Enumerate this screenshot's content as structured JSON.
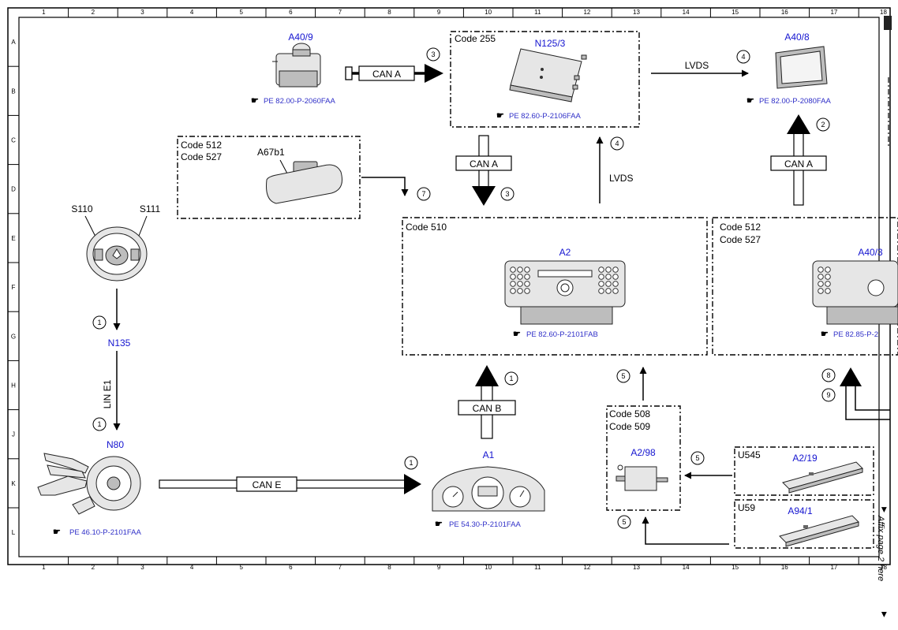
{
  "grid": {
    "columns": [
      "1",
      "2",
      "3",
      "4",
      "5",
      "6",
      "7",
      "8",
      "9",
      "10",
      "11",
      "12",
      "13",
      "14",
      "15",
      "16",
      "17",
      "18"
    ],
    "rows": [
      "A",
      "B",
      "C",
      "D",
      "E",
      "F",
      "G",
      "H",
      "J",
      "K",
      "L"
    ]
  },
  "components": {
    "a40_9": "A40/9",
    "n125_3": "N125/3",
    "a40_8": "A40/8",
    "a67b1": "A67b1",
    "s110": "S110",
    "s111": "S111",
    "n135": "N135",
    "n80": "N80",
    "a2": "A2",
    "a40_3": "A40/3",
    "a1": "A1",
    "a2_98": "A2/98",
    "a2_19": "A2/19",
    "a94_1": "A94/1"
  },
  "refs": {
    "a40_9": "PE 82.00-P-2060FAA",
    "n125_3": "PE 82.60-P-2106FAA",
    "a40_8": "PE 82.00-P-2080FAA",
    "a2": "PE 82.60-P-2101FAB",
    "a40_3": "PE 82.85-P-2",
    "n80": "PE 46.10-P-2101FAA",
    "a1": "PE 54.30-P-2101FAA"
  },
  "codes": {
    "c255": "Code 255",
    "c512": "Code 512",
    "c527": "Code 527",
    "c510": "Code 510",
    "c508": "Code 508",
    "c509": "Code 509",
    "u545": "U545",
    "u59": "U59"
  },
  "buses": {
    "can_a": "CAN A",
    "can_b": "CAN B",
    "can_e": "CAN E",
    "lvds": "LVDS",
    "lin_e1": "LIN E1"
  },
  "markers": {
    "m1": "1",
    "m2": "2",
    "m3": "3",
    "m4": "4",
    "m5": "5",
    "m7": "7",
    "m8": "8",
    "m9": "9"
  },
  "note": "Affix page 2 here"
}
